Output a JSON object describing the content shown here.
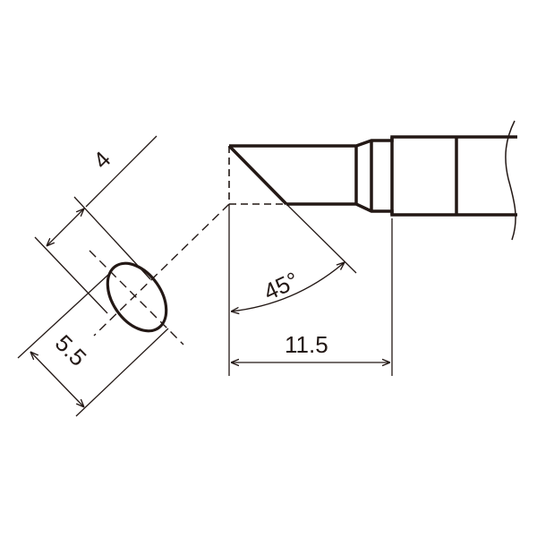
{
  "diagram": {
    "dimensions": {
      "width_label": "4",
      "thickness_label": "5.5",
      "angle_label": "45°",
      "length_label": "11.5"
    },
    "colors": {
      "line": "#231815",
      "background": "#ffffff"
    }
  }
}
